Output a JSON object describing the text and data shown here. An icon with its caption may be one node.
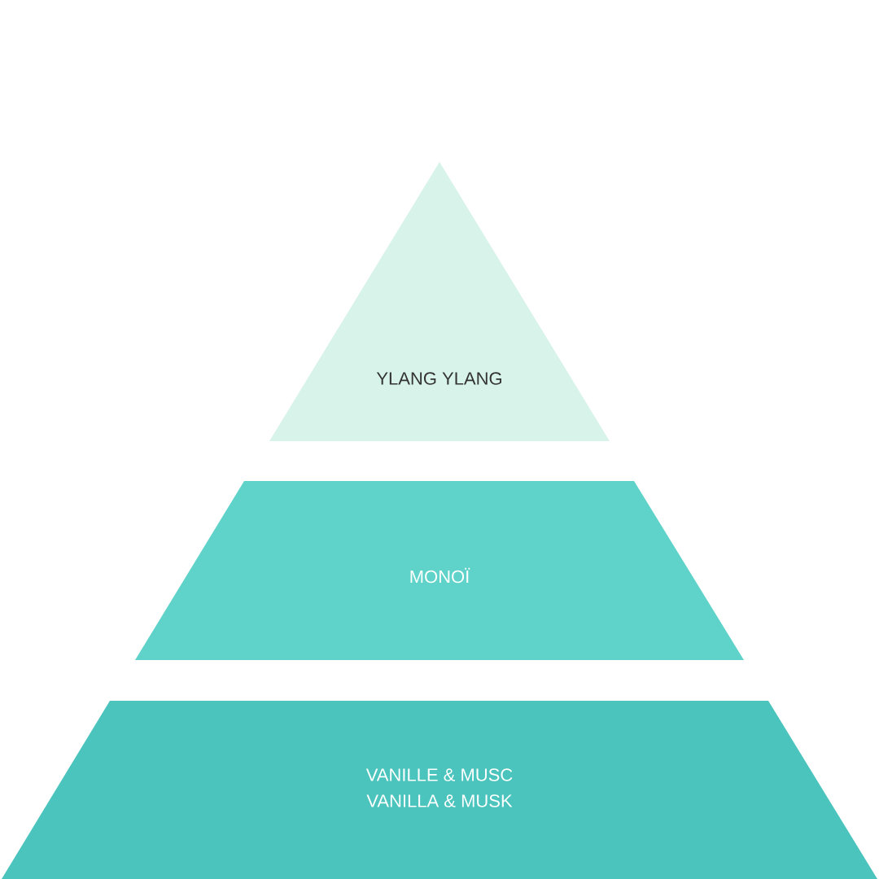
{
  "diagram": {
    "nodes": [
      {
        "text": [
          "YLANG YLANG"
        ]
      },
      {
        "text": [
          "MONOÏ"
        ]
      },
      {
        "text": [
          "VANILLE & MUSC",
          "VANILLA & MUSK"
        ]
      }
    ]
  }
}
